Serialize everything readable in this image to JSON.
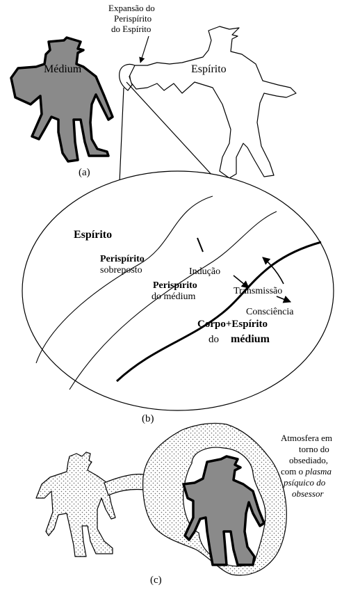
{
  "colors": {
    "figure_fill": "#8a8a8a",
    "stipple_dot": "#666666",
    "line": "#000000",
    "background": "#ffffff"
  },
  "panel_a": {
    "caption": "(a)",
    "medium_label": "Médium",
    "spirit_label": "Espírito",
    "expansion_label": [
      "Expansão do",
      "Perispírito",
      "do Espírito"
    ]
  },
  "panel_b": {
    "caption": "(b)",
    "espirito": "Espírito",
    "perispirito_sobreposto_bold": "Perispírito",
    "perispirito_sobreposto": "sobreposto",
    "inducao": "Indução",
    "transmissao": "Transmissão",
    "perispirito_medium_bold": "Perispírito",
    "perispirito_medium": "do médium",
    "consciencia": "Consciência",
    "corpo_espirito": "Corpo+Espírito",
    "do": "do",
    "medium": "médium"
  },
  "panel_c": {
    "caption": "(c)",
    "atmosphere_line1": "Atmosfera em",
    "atmosphere_line2": "torno do",
    "atmosphere_line3": "obsediado,",
    "atmosphere_line4_prefix": "com o ",
    "atmosphere_line4_italic": "plasma",
    "atmosphere_line5": "psíquico do",
    "atmosphere_line6": "obsessor"
  }
}
